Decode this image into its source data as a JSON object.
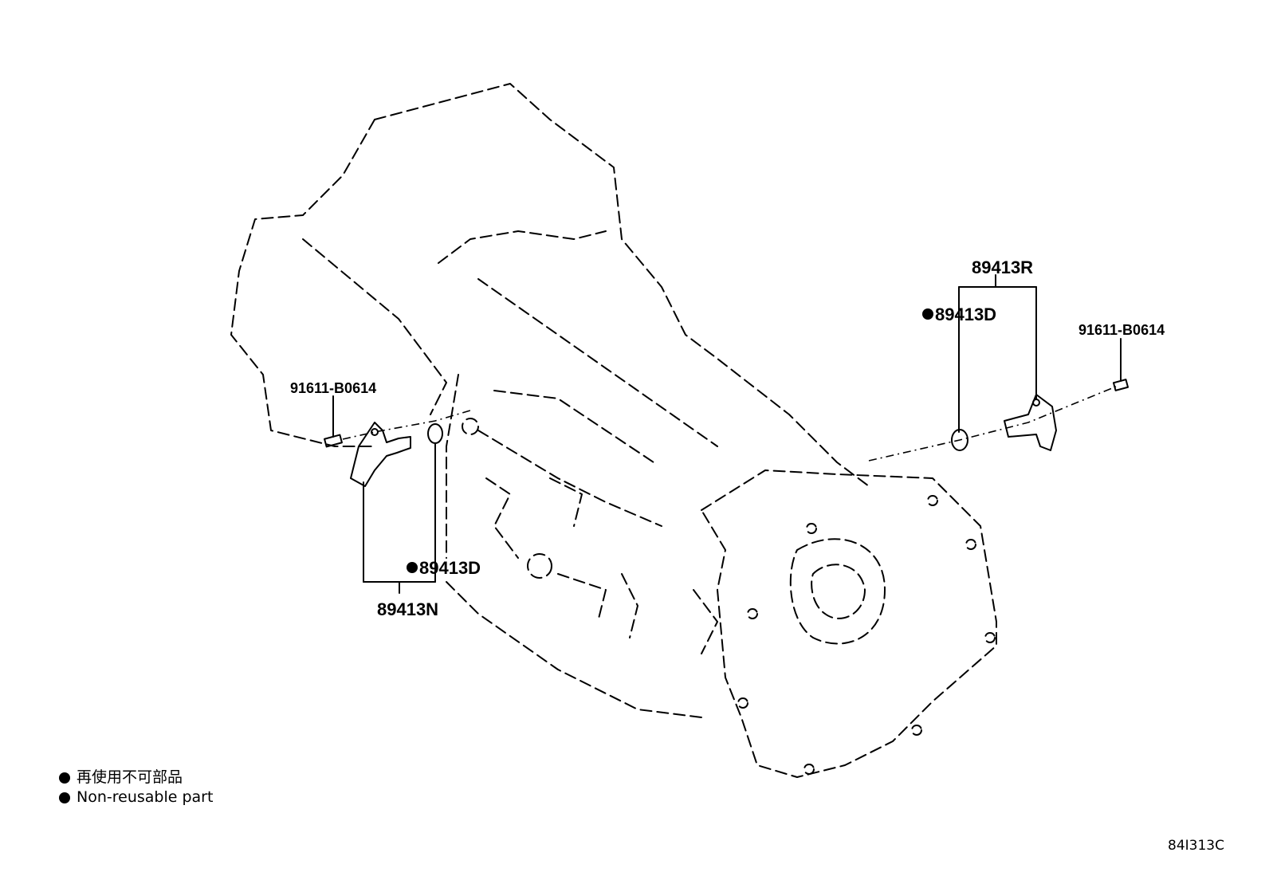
{
  "diagram": {
    "labels": {
      "sensor_right": "89413R",
      "seal_right": "89413D",
      "bolt_right": "91611-B0614",
      "bolt_left": "91611-B0614",
      "seal_left": "89413D",
      "sensor_left": "89413N"
    },
    "legend": {
      "line_ja": "再使用不可部品",
      "line_en": "Non-reusable part"
    },
    "figure_code": "84I313C"
  }
}
